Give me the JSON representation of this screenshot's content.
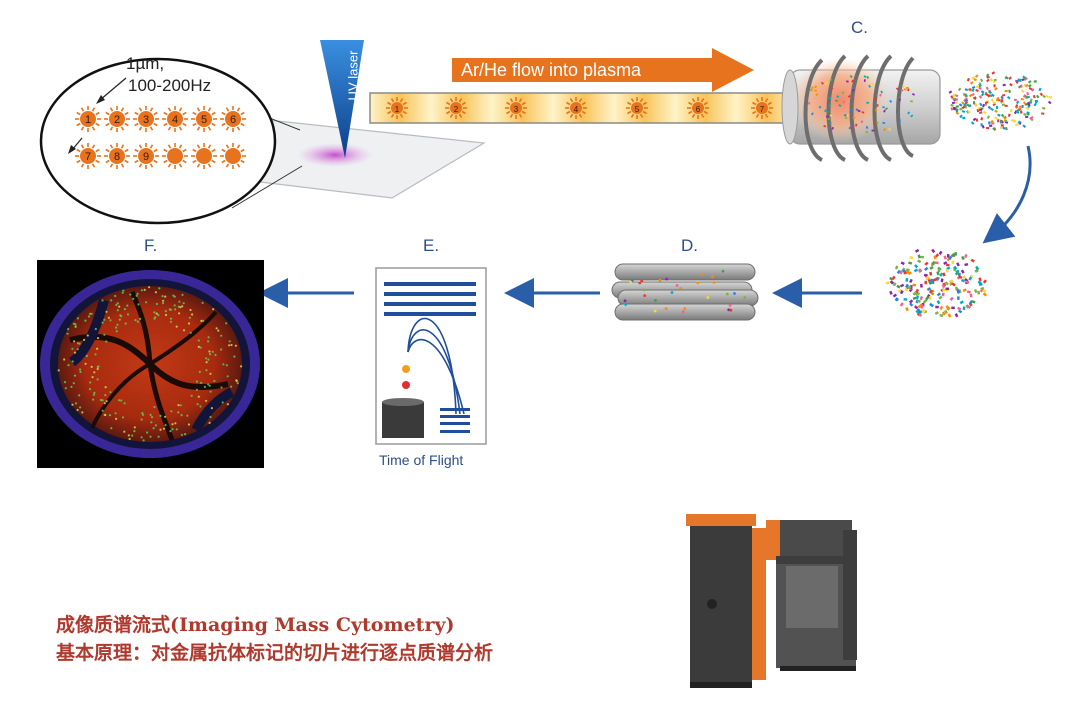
{
  "labels": {
    "spot_size": "1µm,",
    "frequency": "100-200Hz",
    "laser": "UV laser",
    "flow": "Ar/He flow into plasma",
    "stage_c": "C.",
    "stage_d": "D.",
    "stage_e": "E.",
    "stage_f": "F.",
    "tof": "Time of Flight"
  },
  "spots": {
    "row1": [
      "1",
      "2",
      "3",
      "4",
      "5",
      "6"
    ],
    "row2": [
      "7",
      "8",
      "9"
    ],
    "tube": [
      "1",
      "2",
      "3",
      "4",
      "5",
      "6",
      "7"
    ]
  },
  "caption": {
    "line1": "成像质谱流式(Imaging Mass Cytometry)",
    "line2": "基本原理：对金属抗体标记的切片进行逐点质谱分析"
  },
  "colors": {
    "accent_orange": "#e8731e",
    "arrow_blue": "#2a5ea8",
    "caption_red": "#b0392e",
    "ion_orange": "#f0a020",
    "ion_red": "#e03030"
  }
}
